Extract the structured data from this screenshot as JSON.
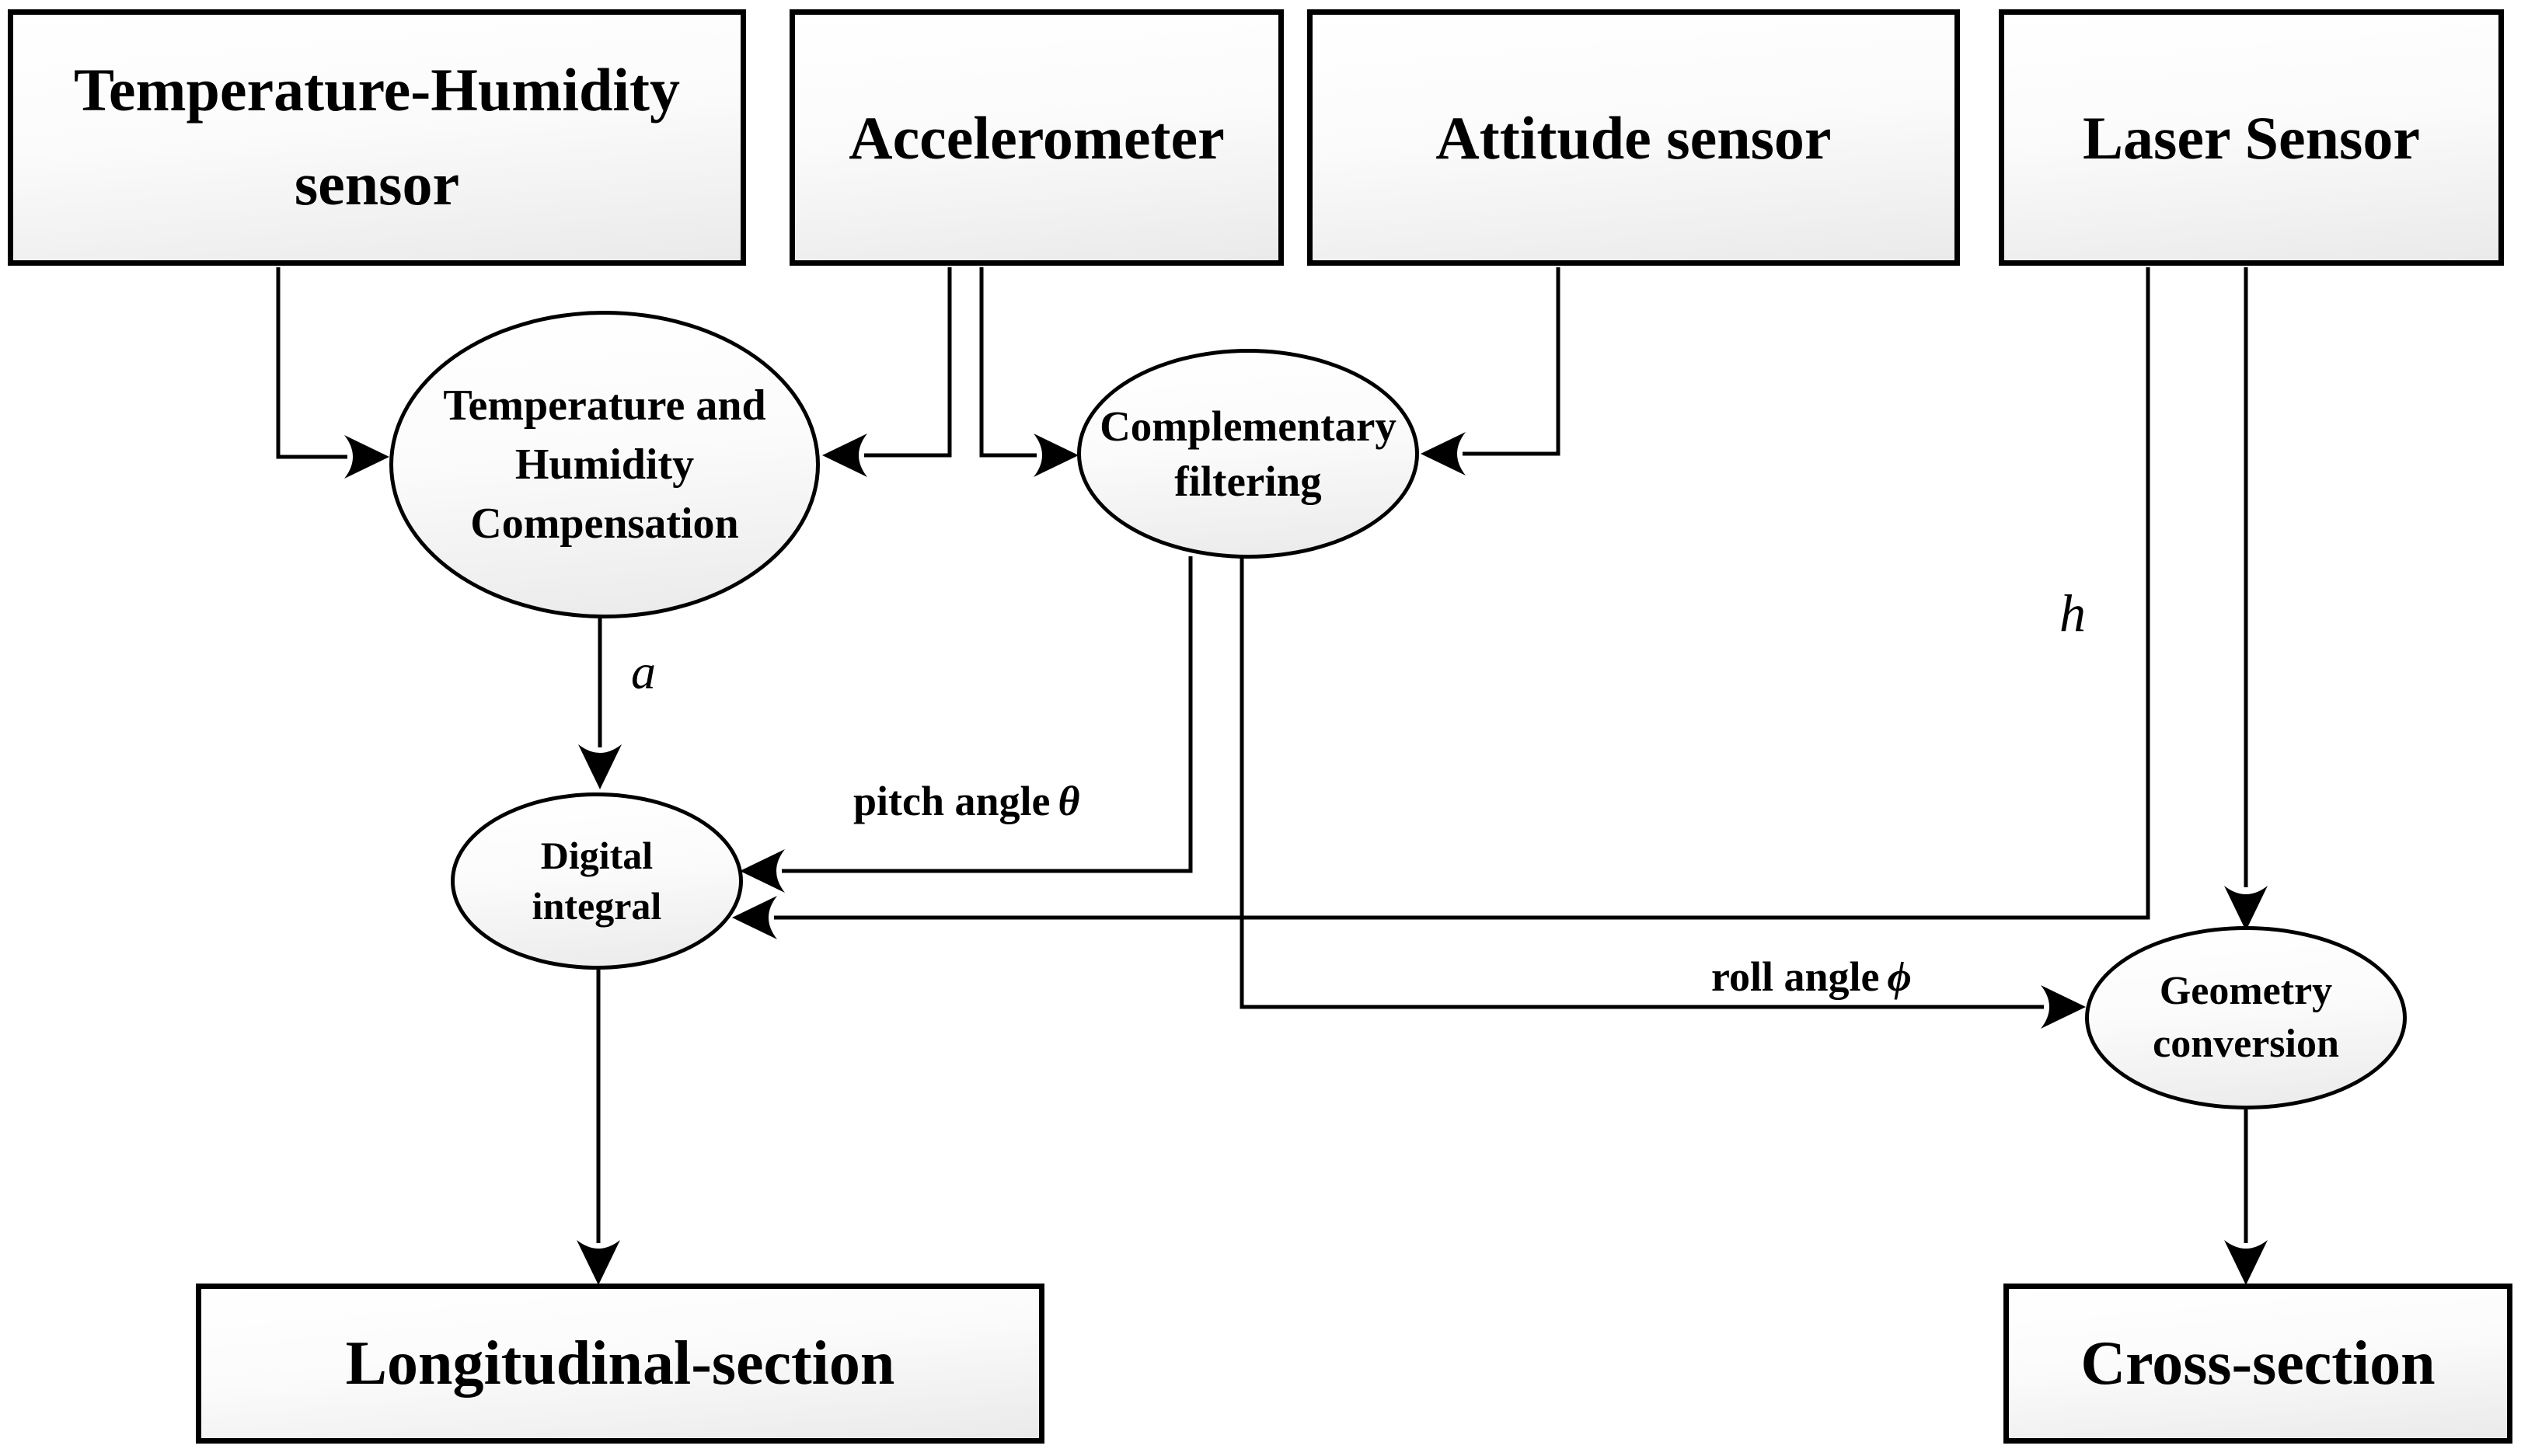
{
  "diagram": {
    "background_color": "#ffffff",
    "stroke_color": "#000000",
    "node_fill_top": "#ffffff",
    "node_fill_bottom": "#eaeaea"
  },
  "boxes": {
    "temp_humidity_sensor": {
      "label": "Temperature-Humidity\nsensor"
    },
    "accelerometer": {
      "label": "Accelerometer"
    },
    "attitude_sensor": {
      "label": "Attitude sensor"
    },
    "laser_sensor": {
      "label": "Laser Sensor"
    },
    "longitudinal_section": {
      "label": "Longitudinal-section"
    },
    "cross_section": {
      "label": "Cross-section"
    }
  },
  "ellipses": {
    "temp_humidity_compensation": {
      "label": "Temperature and\nHumidity\nCompensation"
    },
    "complementary_filtering": {
      "label": "Complementary\nfiltering"
    },
    "digital_integral": {
      "label": "Digital\nintegral"
    },
    "geometry_conversion": {
      "label": "Geometry\nconversion"
    }
  },
  "edge_labels": {
    "acceleration": "a",
    "height": "h",
    "pitch_text": "pitch angle",
    "pitch_symbol": "θ",
    "roll_text": "roll angle",
    "roll_symbol": "ϕ"
  }
}
